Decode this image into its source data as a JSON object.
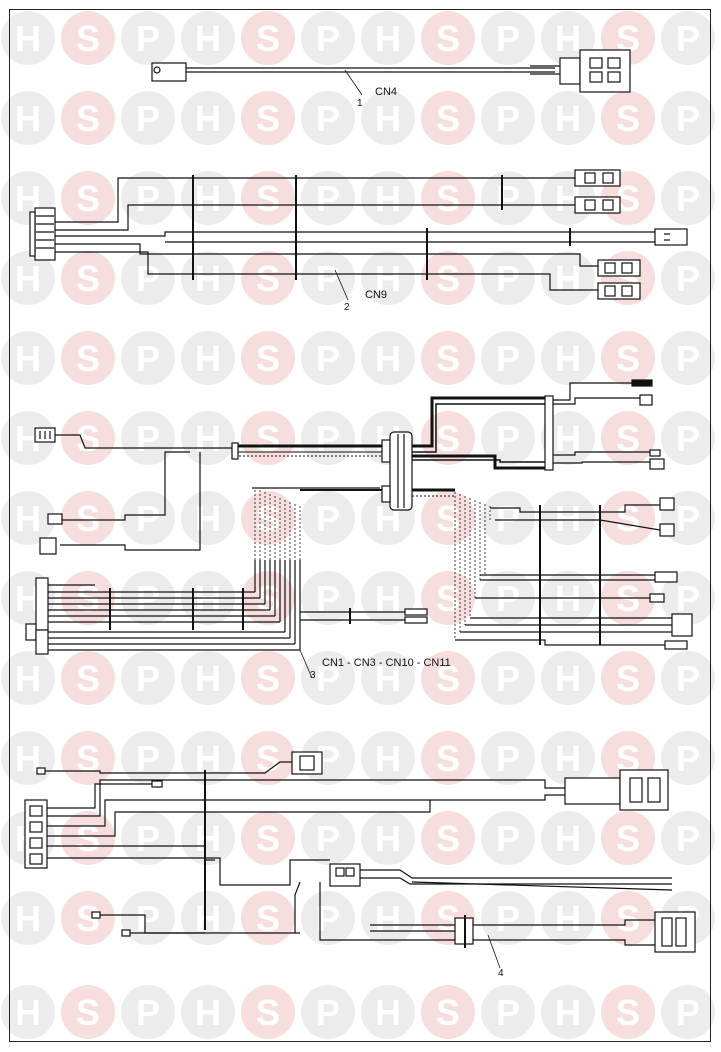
{
  "watermark": {
    "letters": [
      "H",
      "S",
      "P"
    ],
    "colors": {
      "circle": "#ececec",
      "letter": "#ffffff",
      "s_circle": "#f6dede"
    }
  },
  "parts": [
    {
      "number": "1",
      "label": "CN4"
    },
    {
      "number": "2",
      "label": "CN9"
    },
    {
      "number": "3",
      "label": "CN1 - CN3 - CN10 - CN11"
    },
    {
      "number": "4",
      "label": ""
    }
  ],
  "colors": {
    "line": "#111111",
    "frame": "#222222"
  }
}
